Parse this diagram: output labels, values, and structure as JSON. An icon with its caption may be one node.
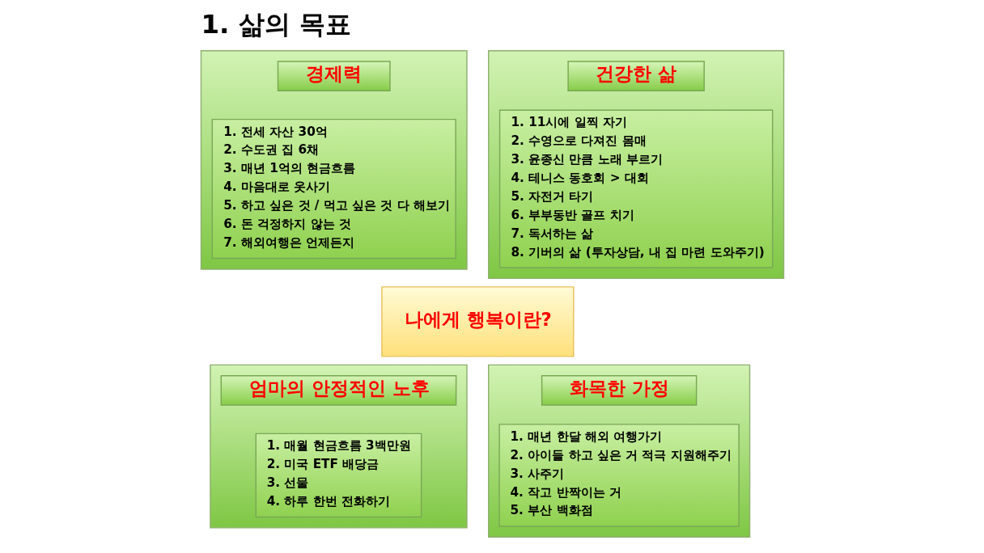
{
  "diagram": {
    "title": "1. 삶의 목표",
    "nodes": [
      {
        "text": [],
        "shape": "box"
      },
      {
        "text": [
          "경제력"
        ],
        "in": 0
      },
      {
        "text": [
          "1. 전세 자산 30억",
          "2. 수도권 집 6채",
          "3. 매년 1억의 현금흐름",
          "4. 마음대로 옷사기",
          "5. 하고 싶은 것 / 먹고 싶은 것 다 해보기",
          "6. 돈 걱정하지 않는 것",
          "7. 해외여행은 언제든지"
        ],
        "in": 0
      },
      {
        "text": [],
        "shape": "box"
      },
      {
        "text": [
          "건강한 삶"
        ],
        "in": 3
      },
      {
        "text": [
          "1. 11시에 일찍 자기",
          "2. 수영으로 다져진 몸매",
          "3. 윤종신 만큼 노래 부르기",
          "4. 테니스 동호회 > 대회",
          "5. 자전거 타기",
          "6. 부부동반 골프 치기",
          "7. 독서하는 삶",
          "8. 기버의 삶 (투자상담, 내 집 마련 도와주기)"
        ],
        "in": 3
      },
      {
        "text": [
          "나에게 행복이란?"
        ]
      },
      {
        "text": [],
        "shape": "box"
      },
      {
        "text": [
          "엄마의 안정적인 노후"
        ],
        "in": 7
      },
      {
        "text": [
          "1. 매월 현금흐름 3백만원",
          "2. 미국 ETF 배당금",
          "3. 선물",
          "4. 하루 한번 전화하기"
        ],
        "in": 7
      },
      {
        "text": [],
        "shape": "box"
      },
      {
        "text": [
          "화목한 가정"
        ],
        "in": 10
      },
      {
        "text": [
          "1. 매년 한달 해외 여행가기",
          "2. 아이들 하고 싶은 거 적극 지원해주기",
          "3. 사주기",
          "4. 작고 반짝이는 거",
          "5. 부산 백화점"
        ],
        "in": 10
      }
    ]
  }
}
